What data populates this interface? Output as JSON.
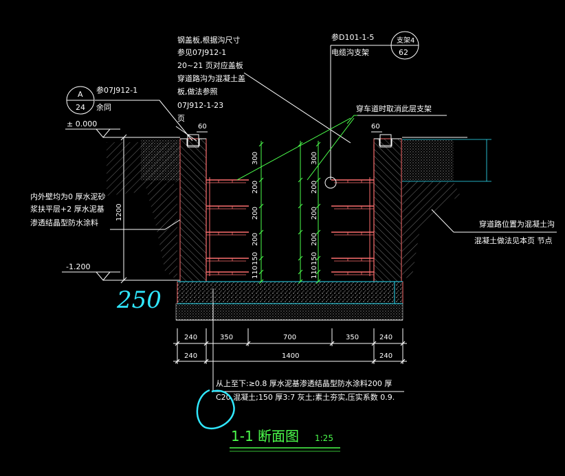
{
  "colors": {
    "background": "#000000",
    "wall": "#ff7070",
    "dim_green": "#4cff4c",
    "leader": "#ffffff",
    "cyan": "#30e8ff",
    "hatch": "#c8c8c8"
  },
  "notes": {
    "cover": [
      "钢盖板,根据沟尺寸",
      "参见07J912-1",
      "20~21   页对应盖板",
      "穿道路沟为混凝土盖",
      "板,做法参照",
      "07J912-1-23",
      "页"
    ],
    "ref_top": "参D101-1-5",
    "ref_top_sub": "电缆沟支架",
    "bubble_a_top": "支架4",
    "bubble_a_bottom": "62",
    "bubble_b_top": "A",
    "bubble_b_bottom": "24",
    "ref_left": "参07J912-1",
    "ref_left_sub": "余同",
    "cancel_bracket": "穿车道时取消此层支架",
    "wall_note": [
      "内外壁均为0  厚水泥砂",
      "浆扶平层+2  厚水泥基",
      "渗透结晶型防水涂料"
    ],
    "road_note": [
      "穿道路位置为混凝土沟",
      "混凝土做法见本页 节点"
    ],
    "bottom_note_1": "从上至下:≥0.8  厚水泥基渗透结晶型防水涂料200  厚",
    "bottom_note_2": "C20   混凝土;150  厚3:7  灰土;素土夯实,压实系数 0.9."
  },
  "levels": {
    "top": "± 0.000",
    "bottom": "-1.200",
    "depth": "1200"
  },
  "dims_top": {
    "left": "60",
    "right": "60"
  },
  "dims_vertical": [
    "300",
    "200",
    "200",
    "200",
    "150",
    "110"
  ],
  "dims_bottom_row1": [
    "240",
    "350",
    "700",
    "350",
    "240"
  ],
  "dims_bottom_row2": [
    "240",
    "1400",
    "240"
  ],
  "handwritten": {
    "left": "250",
    "circle": ""
  },
  "title": {
    "main": "1-1   断面图",
    "scale": "1:25"
  }
}
